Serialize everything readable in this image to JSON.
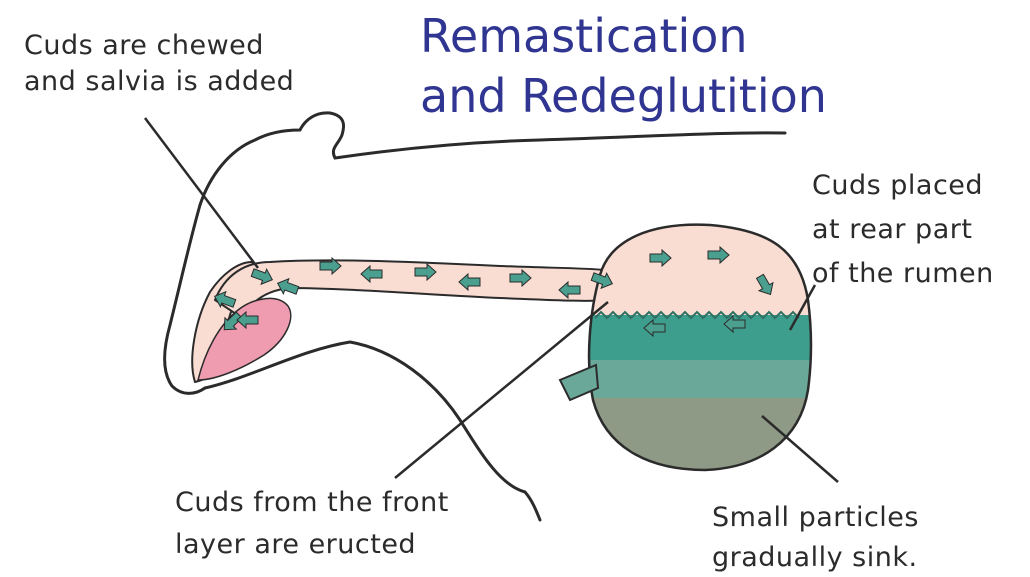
{
  "title": {
    "line1": "Remastication",
    "line2": "and Redeglutition"
  },
  "labels": {
    "chewed": {
      "line1": "Cuds are chewed",
      "line2": "and salvia is added"
    },
    "rear": {
      "line1": "Cuds placed",
      "line2": "at rear part",
      "line3": "of the rumen"
    },
    "eructed": {
      "line1": "Cuds from the front",
      "line2": "layer are eructed"
    },
    "sink": {
      "line1": "Small particles",
      "line2": "gradually sink."
    }
  },
  "colors": {
    "title": "#2f3590",
    "outline": "#2b2b2b",
    "esophagus_fill": "#f9ddd3",
    "tongue_fill": "#ef9bb0",
    "arrow_fill": "#4a9f8f",
    "rumen_top": "#f9ddd3",
    "layer_1": "#3e9e8e",
    "layer_2": "#6aa89a",
    "layer_3": "#8e9a86"
  },
  "icons": {
    "arrow": "flow-arrow-icon"
  }
}
